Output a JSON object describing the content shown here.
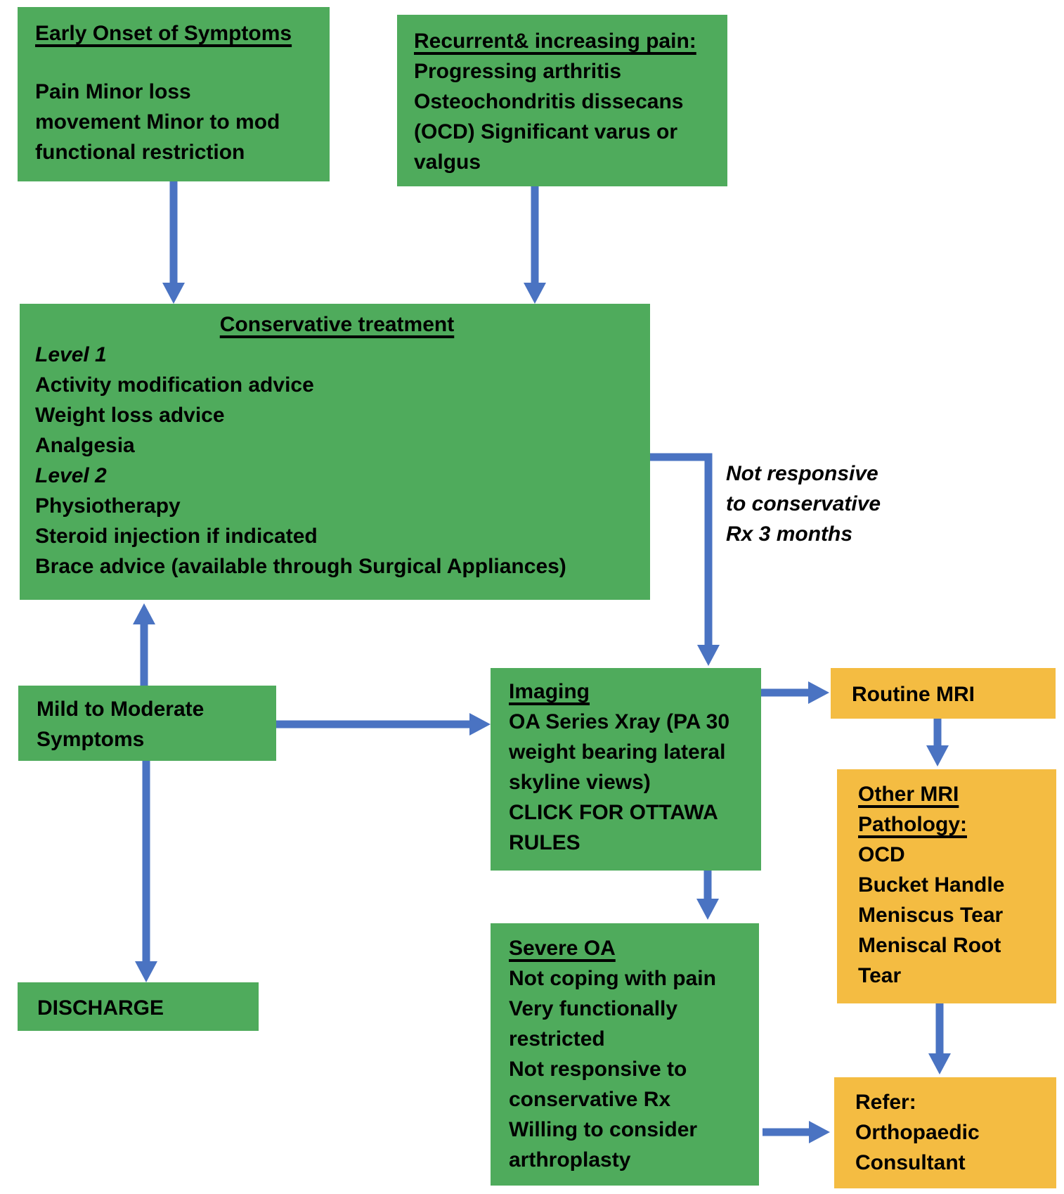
{
  "colors": {
    "green": "#4FAB5C",
    "orange": "#F4BC42",
    "arrow_blue": "#4A73C2",
    "text": "#000000",
    "background": "#FFFFFF"
  },
  "boxes": {
    "early_onset": {
      "title": "Early Onset of Symptoms",
      "lines": [
        "Pain Minor loss",
        "movement Minor to mod",
        "functional restriction"
      ]
    },
    "recurrent": {
      "title": "Recurrent& increasing pain:",
      "lines": [
        "Progressing arthritis",
        "Osteochondritis dissecans",
        "(OCD) Significant varus or",
        "valgus"
      ]
    },
    "conservative": {
      "title": "Conservative treatment",
      "level1_label": "Level 1",
      "level1_items": [
        "Activity modification advice",
        "Weight loss advice",
        "Analgesia"
      ],
      "level2_label": "Level 2",
      "level2_items": [
        "Physiotherapy",
        "Steroid injection if indicated",
        "Brace advice (available through Surgical Appliances)"
      ]
    },
    "mild": {
      "lines": [
        "Mild to Moderate",
        "Symptoms"
      ]
    },
    "discharge": {
      "label": "DISCHARGE"
    },
    "imaging": {
      "title": "Imaging",
      "lines": [
        "OA Series Xray (PA 30",
        "weight bearing lateral",
        "skyline views)"
      ],
      "link_lines": [
        "CLICK FOR OTTAWA",
        "RULES"
      ]
    },
    "severe": {
      "title": "Severe OA",
      "lines": [
        "Not coping with pain",
        "Very functionally",
        "restricted",
        "Not responsive to",
        "conservative Rx",
        "Willing to consider",
        "arthroplasty"
      ]
    },
    "routine_mri": {
      "label": "Routine MRI"
    },
    "other_mri": {
      "title_lines": [
        "Other MRI",
        "Pathology:"
      ],
      "lines": [
        "OCD",
        "Bucket Handle",
        "Meniscus Tear",
        "Meniscal Root",
        "Tear"
      ]
    },
    "refer": {
      "lines": [
        "Refer:",
        "Orthopaedic",
        "Consultant"
      ]
    }
  },
  "annotations": {
    "not_responsive": [
      "Not responsive",
      "to conservative",
      "Rx 3 months"
    ]
  }
}
